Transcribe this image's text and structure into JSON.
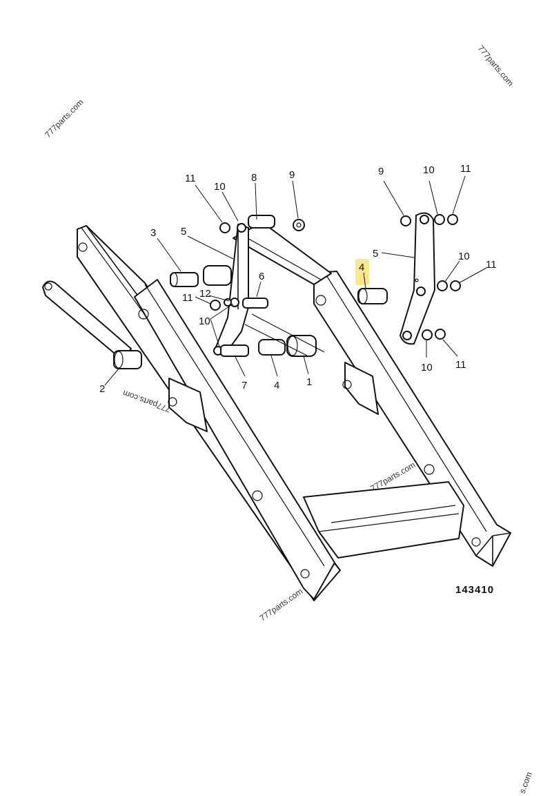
{
  "figure_number": "143410",
  "watermarks": [
    "777parts.com",
    "777parts.com",
    "777parts.com",
    "777parts.com",
    "777parts.com",
    "s.com"
  ],
  "highlight_color": "#f7e98a",
  "callouts": {
    "c_11_a": "11",
    "c_10_a": "10",
    "c_8": "8",
    "c_9_a": "9",
    "c_3": "3",
    "c_5_a": "5",
    "c_6": "6",
    "c_11_b": "11",
    "c_12": "12",
    "c_10_b": "10",
    "c_7": "7",
    "c_4_a": "4",
    "c_1": "1",
    "c_2": "2",
    "c_4_b": "4",
    "c_9_b": "9",
    "c_10_c": "10",
    "c_11_c": "11",
    "c_5_b": "5",
    "c_10_d": "10",
    "c_11_d": "11",
    "c_10_e": "10",
    "c_11_e": "11"
  }
}
